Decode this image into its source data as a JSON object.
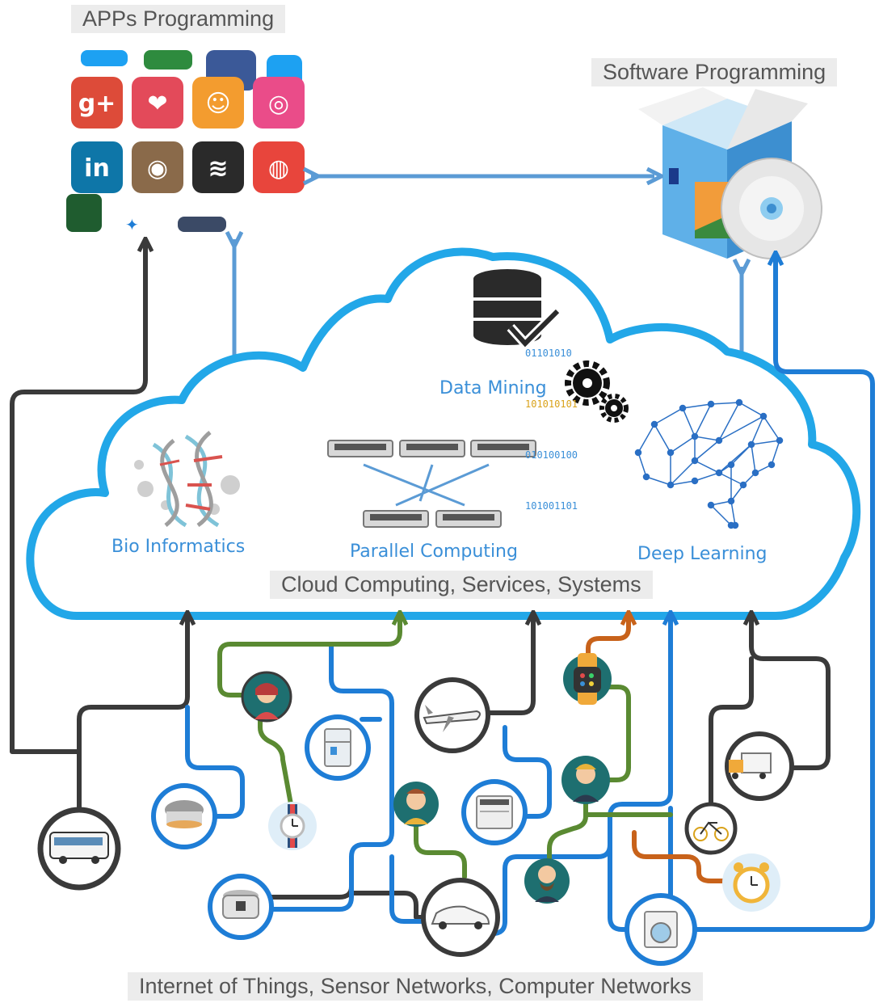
{
  "captions": {
    "apps": "APPs Programming",
    "software": "Software Programming",
    "cloud": "Cloud Computing, Services, Systems",
    "iot": "Internet of Things, Sensor Networks, Computer Networks"
  },
  "cloud_labels": {
    "bio": "Bio Informatics",
    "parallel": "Parallel Computing",
    "deep": "Deep Learning",
    "mining": "Data Mining"
  },
  "binary_lines": [
    "01101010",
    "101010101",
    "010100100",
    "101001101"
  ],
  "app_tiles": [
    {
      "name": "google-plus-icon",
      "glyph": "g+",
      "color": "#dd4b39"
    },
    {
      "name": "pocket-icon",
      "glyph": "❤",
      "color": "#e34a5a"
    },
    {
      "name": "headphones-avatar-icon",
      "glyph": "☺",
      "color": "#f39c2f"
    },
    {
      "name": "dribbble-icon",
      "glyph": "◎",
      "color": "#ea4c89"
    },
    {
      "name": "linkedin-icon",
      "glyph": "in",
      "color": "#0e76a8"
    },
    {
      "name": "instagram-icon",
      "glyph": "◉",
      "color": "#8a6a4a"
    },
    {
      "name": "spotify-icon",
      "glyph": "≋",
      "color": "#2a2a2a"
    },
    {
      "name": "chrome-icon",
      "glyph": "◍",
      "color": "#e8453c"
    }
  ],
  "colors": {
    "cloud": "#22a7e8",
    "blue": "#1e7dd6",
    "dark": "#3a3a3a",
    "green": "#5a8a32",
    "orange": "#c8621a",
    "light_blue_arrow": "#5b9bd5"
  },
  "devices": [
    {
      "name": "bus-icon",
      "glyph": "🚌"
    },
    {
      "name": "waffle-maker-icon",
      "glyph": "♨"
    },
    {
      "name": "woman-avatar-icon",
      "glyph": "☺"
    },
    {
      "name": "refrigerator-icon",
      "glyph": "▯"
    },
    {
      "name": "watch-icon",
      "glyph": "⌚"
    },
    {
      "name": "man-avatar-icon",
      "glyph": "☺"
    },
    {
      "name": "airplane-icon",
      "glyph": "✈"
    },
    {
      "name": "smartwatch-icon",
      "glyph": "⌚"
    },
    {
      "name": "dishwasher-icon",
      "glyph": "▤"
    },
    {
      "name": "businessman-avatar-icon",
      "glyph": "☺"
    },
    {
      "name": "bald-man-avatar-icon",
      "glyph": "☺"
    },
    {
      "name": "truck-icon",
      "glyph": "⛟"
    },
    {
      "name": "bicycle-icon",
      "glyph": "⚲"
    },
    {
      "name": "alarm-clock-icon",
      "glyph": "⏰"
    },
    {
      "name": "rice-cooker-icon",
      "glyph": "♨"
    },
    {
      "name": "car-icon",
      "glyph": "🚘"
    },
    {
      "name": "washing-machine-icon",
      "glyph": "◙"
    }
  ]
}
